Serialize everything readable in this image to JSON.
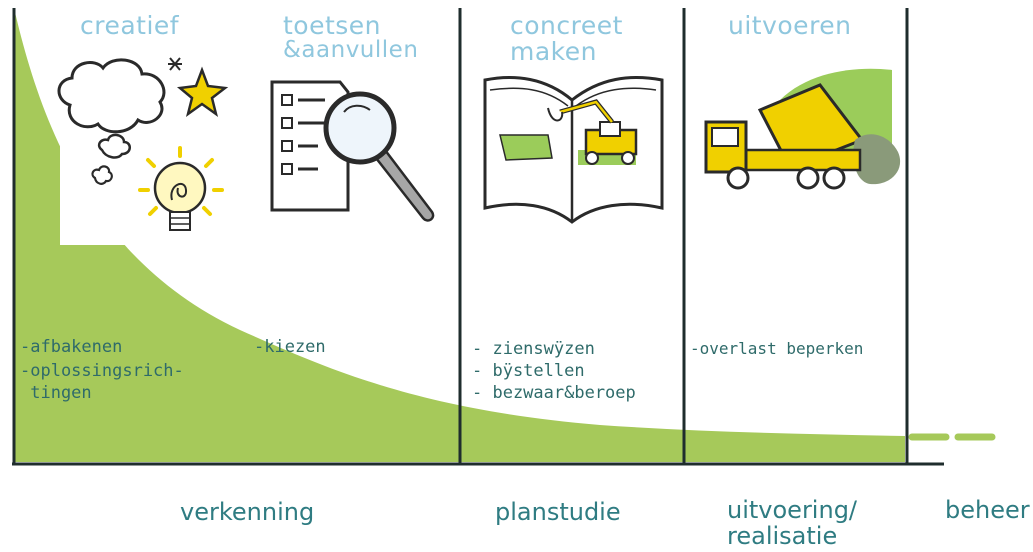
{
  "columns": [
    {
      "title_line1": "creatief",
      "title_line2": "",
      "notes": [
        "-afbakenen",
        "-oplossingsrich-",
        " tingen"
      ]
    },
    {
      "title_line1": "toetsen",
      "title_line2": "&aanvullen",
      "notes": [
        "-kiezen"
      ]
    },
    {
      "title_line1": "concreet",
      "title_line2": "maken",
      "notes": [
        "- zienswÿzen",
        "- bÿstellen",
        "- bezwaar&beroep"
      ]
    },
    {
      "title_line1": "uitvoeren",
      "title_line2": "",
      "notes": [
        "-overlast beperken"
      ]
    }
  ],
  "stages": [
    "verkenning",
    "planstudie",
    "uitvoering/",
    "realisatie",
    "beheer"
  ],
  "colors": {
    "curve_fill": "#a6c95a",
    "curve_fill_light": "#b9d57a",
    "axis_line": "#1f2d2d",
    "title_text": "#8fc7de",
    "note_text": "#2f6b6a",
    "stage_text": "#2f7c82",
    "icon_yellow": "#f0d000",
    "icon_green": "#9bcc5a",
    "icon_gray": "#8a8a8a"
  },
  "icons": [
    "cloud-icon",
    "star-icon",
    "lightbulb-icon",
    "checklist-icon",
    "magnifier-icon",
    "open-book-icon",
    "excavator-icon",
    "dump-truck-icon"
  ]
}
